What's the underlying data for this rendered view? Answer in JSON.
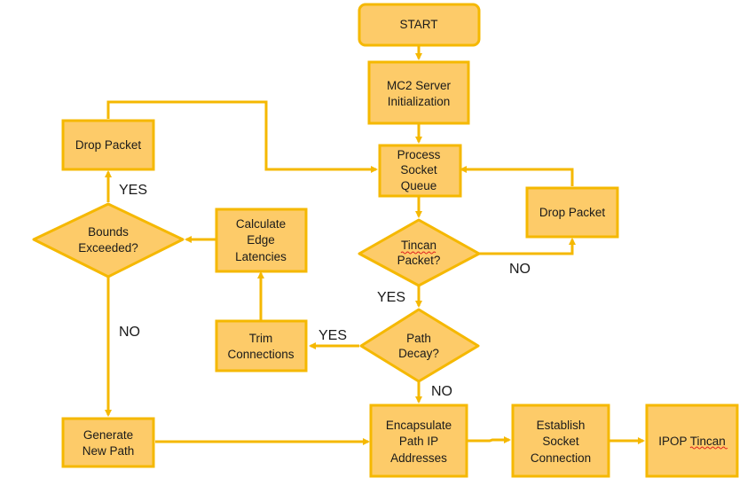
{
  "nodes": {
    "start": "START",
    "mc2_init": [
      "MC2 Server",
      "Initialization"
    ],
    "process_queue": [
      "Process",
      "Socket",
      "Queue"
    ],
    "tincan_check": [
      "Tincan",
      "Packet?"
    ],
    "drop_right": "Drop Packet",
    "path_decay": [
      "Path",
      "Decay?"
    ],
    "trim": [
      "Trim",
      "Connections"
    ],
    "calc_latency": [
      "Calculate",
      "Edge",
      "Latencies"
    ],
    "bounds": [
      "Bounds",
      "Exceeded?"
    ],
    "drop_left": "Drop Packet",
    "generate": [
      "Generate",
      "New Path"
    ],
    "encapsulate": [
      "Encapsulate",
      "Path IP",
      "Addresses"
    ],
    "establish": [
      "Establish",
      "Socket",
      "Connection"
    ],
    "ipop": "IPOP Tincan"
  },
  "edge_labels": {
    "tincan_no": "NO",
    "tincan_yes": "YES",
    "decay_yes": "YES",
    "decay_no": "NO",
    "bounds_yes": "YES",
    "bounds_no": "NO"
  },
  "colors": {
    "fill": "#FDCB69",
    "stroke": "#F5B800",
    "text": "#1a1a1a"
  }
}
